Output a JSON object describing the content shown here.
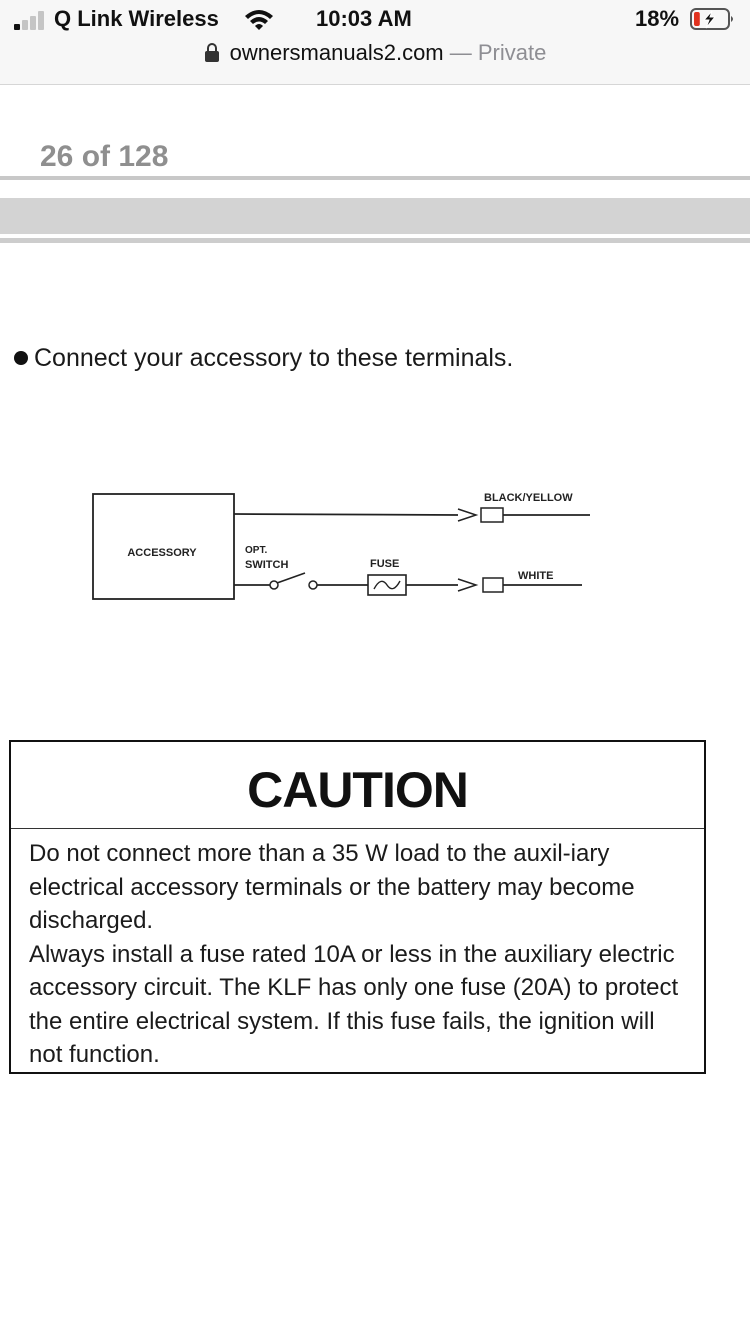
{
  "status_bar": {
    "carrier": "Q Link Wireless",
    "time": "10:03 AM",
    "battery_percent": "18%",
    "signal_icon": "cellular-signal-icon",
    "wifi_icon": "wifi-icon",
    "battery_icon": "battery-charging-icon",
    "battery_level": 0.18,
    "battery_color": "#e0321e"
  },
  "address_bar": {
    "domain": "ownersmanuals2.com",
    "mode": "— Private",
    "lock_icon": "lock-icon"
  },
  "viewer": {
    "page_counter": "26 of 128"
  },
  "document": {
    "instruction": "Connect your accessory to these terminals.",
    "diagram": {
      "box_label": "ACCESSORY",
      "switch_label_line1": "OPT.",
      "switch_label_line2": "SWITCH",
      "fuse_label": "FUSE",
      "wire_top_label": "BLACK/YELLOW",
      "wire_bottom_label": "WHITE"
    },
    "caution": {
      "title": "CAUTION",
      "paragraph1": "Do not connect more than a 35 W load to the auxil-iary electrical accessory terminals or the battery may become discharged.",
      "paragraph2": "Always install a fuse rated 10A or less in the auxiliary electric accessory circuit. The KLF has only one fuse (20A) to protect the entire electrical system. If this fuse fails, the ignition will not function."
    }
  }
}
